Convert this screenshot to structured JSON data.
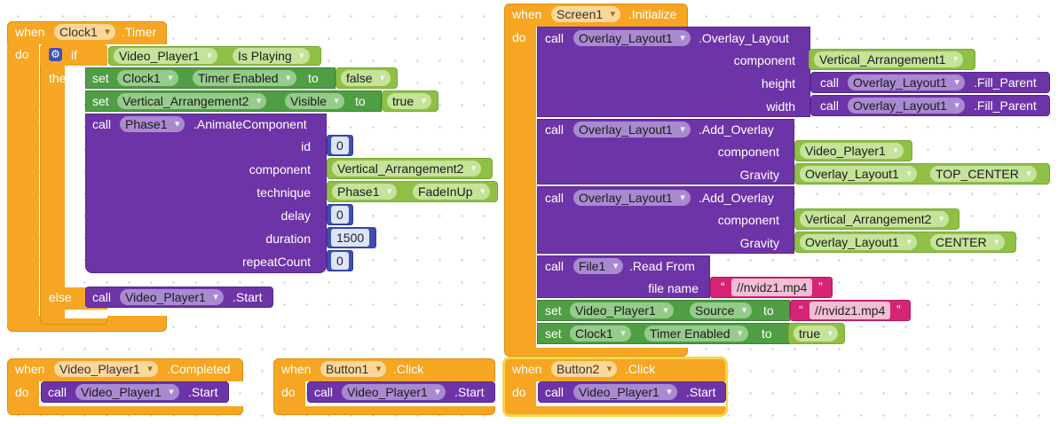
{
  "kw": {
    "when": "when",
    "do": "do",
    "if": "if",
    "then": "then",
    "else": "else",
    "call": "call",
    "set": "set",
    "to": "to"
  },
  "clock_event": {
    "component": "Clock1",
    "event": ".Timer",
    "cond_component": "Video_Player1",
    "cond_property": "Is Playing",
    "set1": {
      "component": "Clock1",
      "property": "Timer Enabled",
      "value": "false"
    },
    "set2": {
      "component": "Vertical_Arrangement2",
      "property": "Visible",
      "value": "true"
    },
    "animate": {
      "component": "Phase1",
      "method": ".AnimateComponent",
      "params": [
        {
          "label": "id",
          "value": "0"
        },
        {
          "label": "component",
          "value": "Vertical_Arrangement2"
        },
        {
          "label": "technique",
          "value": "Phase1",
          "value2": "FadeInUp"
        },
        {
          "label": "delay",
          "value": "0"
        },
        {
          "label": "duration",
          "value": "1500"
        },
        {
          "label": "repeatCount",
          "value": "0"
        }
      ]
    },
    "else_call": {
      "component": "Video_Player1",
      "method": ".Start"
    }
  },
  "completed_event": {
    "component": "Video_Player1",
    "event": ".Completed",
    "call_component": "Video_Player1",
    "call_method": ".Start"
  },
  "button1_event": {
    "component": "Button1",
    "event": ".Click",
    "call_component": "Video_Player1",
    "call_method": ".Start"
  },
  "button2_event": {
    "component": "Button2",
    "event": ".Click",
    "call_component": "Video_Player1",
    "call_method": ".Start"
  },
  "screen_event": {
    "component": "Screen1",
    "event": ".Initialize",
    "overlay_layout": {
      "component": "Overlay_Layout1",
      "method": ".Overlay_Layout",
      "params": [
        {
          "label": "component",
          "value": "Vertical_Arrangement1"
        },
        {
          "label": "height",
          "call_component": "Overlay_Layout1",
          "call_method": ".Fill_Parent"
        },
        {
          "label": "width",
          "call_component": "Overlay_Layout1",
          "call_method": ".Fill_Parent"
        }
      ]
    },
    "add_overlay1": {
      "component": "Overlay_Layout1",
      "method": ".Add_Overlay",
      "params": [
        {
          "label": "component",
          "value": "Video_Player1"
        },
        {
          "label": "Gravity",
          "value": "Overlay_Layout1",
          "value2": "TOP_CENTER"
        }
      ]
    },
    "add_overlay2": {
      "component": "Overlay_Layout1",
      "method": ".Add_Overlay",
      "params": [
        {
          "label": "component",
          "value": "Vertical_Arrangement2"
        },
        {
          "label": "Gravity",
          "value": "Overlay_Layout1",
          "value2": "CENTER"
        }
      ]
    },
    "read_file": {
      "component": "File1",
      "method": ".Read From",
      "param_label": "file name",
      "param_value": "//nvidz1.mp4"
    },
    "set_source": {
      "component": "Video_Player1",
      "property": "Source",
      "value": "//nvidz1.mp4"
    },
    "set_timer": {
      "component": "Clock1",
      "property": "Timer Enabled",
      "value": "true"
    }
  },
  "colors": {
    "event": "#f6a623",
    "component_call": "#6d34a8",
    "setter": "#4f9e44",
    "component_value": "#8fc045",
    "number": "#3e4fb0",
    "text": "#d62474"
  }
}
